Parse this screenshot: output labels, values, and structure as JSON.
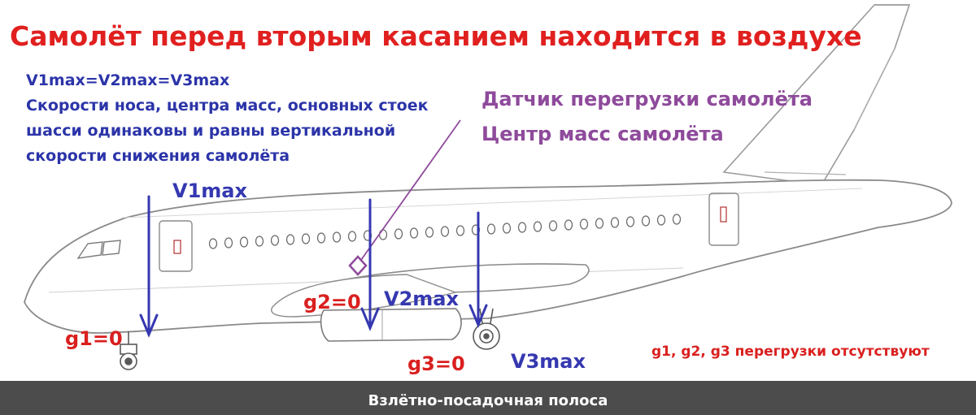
{
  "title": "Самолёт перед вторым касанием находится в воздухе",
  "notes": [
    "V1max=V2max=V3max",
    "Скорости носа, центра масс, основных стоек",
    "шасси одинаковы и равны вертикальной",
    "скорости снижения самолёта"
  ],
  "sensor_label": "Датчик перегрузки самолёта",
  "cg_label": "Центр масс самолёта",
  "velocities": {
    "v1": "V1max",
    "v2": "V2max",
    "v3": "V3max"
  },
  "loads": {
    "g1": "g1=0",
    "g2": "g2=0",
    "g3": "g3=0"
  },
  "no_loads_note": "g1, g2, g3 перегрузки отсутствуют",
  "runway_label": "Взлётно-посадочная полоса",
  "colors": {
    "title": "#e0201f",
    "notes": "#2b34a8",
    "sensor": "#8e4a9b",
    "velocity": "#3538b0",
    "load": "#d9201f",
    "runway": "#4c4c4c"
  }
}
